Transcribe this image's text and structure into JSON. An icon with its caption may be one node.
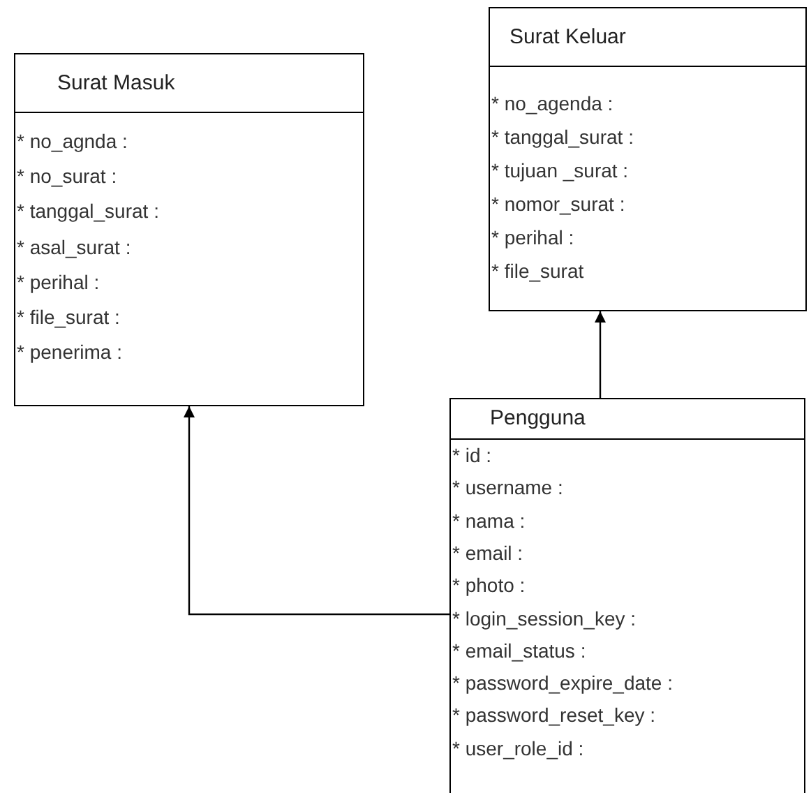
{
  "diagram": {
    "nodes": [
      {
        "text": [
          "Surat Masuk",
          "* no_agnda :",
          "* no_surat :",
          "* tanggal_surat :",
          "* asal_surat :",
          "* perihal :",
          "* file_surat :",
          "* penerima :"
        ]
      },
      {
        "text": [
          "Surat Keluar",
          "* no_agenda :",
          "* tanggal_surat :",
          "* tujuan _surat :",
          "* nomor_surat :",
          "* perihal :",
          "* file_surat"
        ]
      },
      {
        "text": [
          "Pengguna",
          "* id :",
          "* username :",
          "* nama :",
          "* email :",
          "* photo :",
          "* login_session_key :",
          "* email_status :",
          "* password_expire_date :",
          "* password_reset_key :",
          "* user_role_id :"
        ]
      }
    ],
    "edges": [
      {
        "from": 2,
        "to": 0,
        "arrow": "to"
      },
      {
        "from": 2,
        "to": 1,
        "arrow": "to"
      }
    ]
  }
}
